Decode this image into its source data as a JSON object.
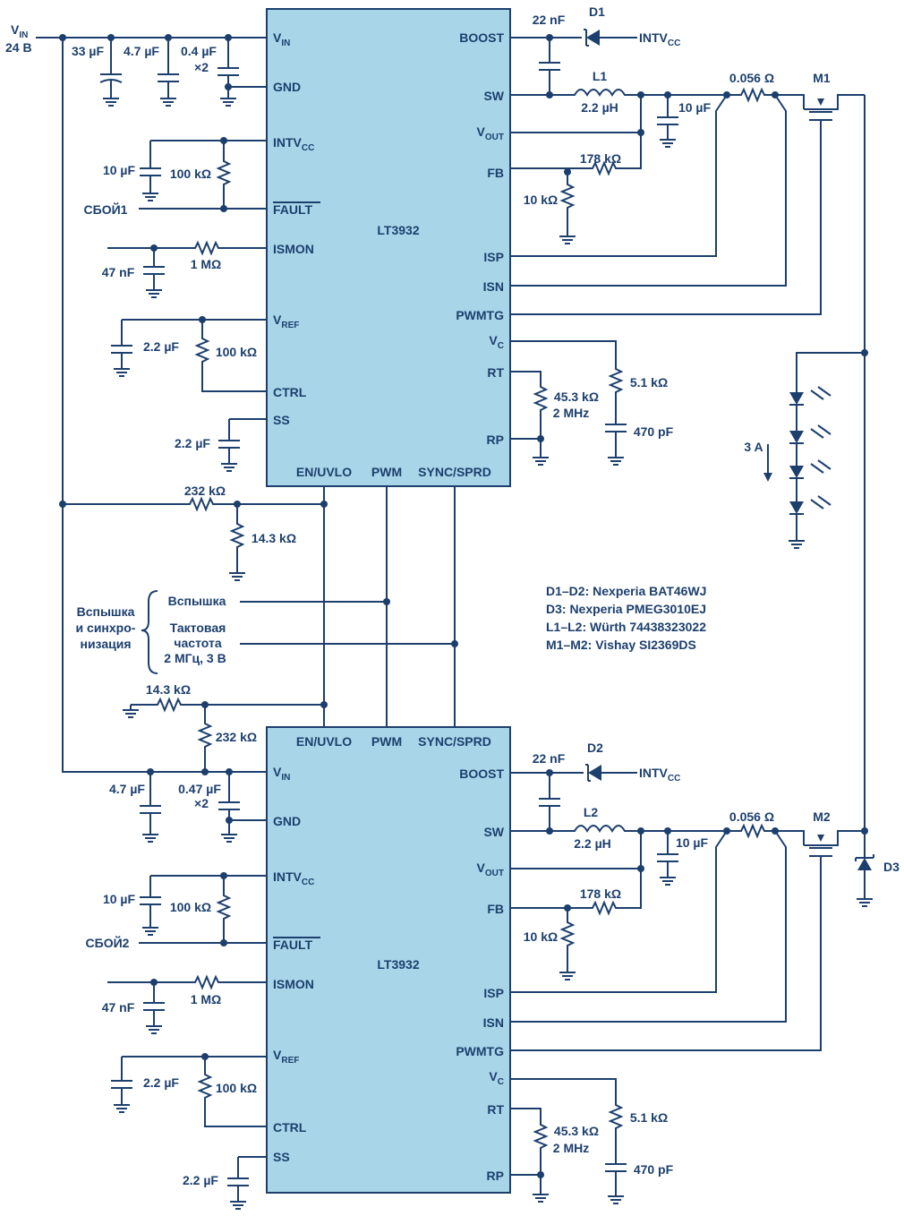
{
  "vin": {
    "label": "V",
    "sub": "IN",
    "voltage": "24 В"
  },
  "chips": [
    {
      "name": "LT3932",
      "pins_left": [
        {
          "label": "V",
          "sub": "IN"
        },
        {
          "label": "GND",
          "sub": ""
        },
        {
          "label": "INTV",
          "sub": "CC"
        },
        {
          "label": "FAULT",
          "sub": ""
        },
        {
          "label": "ISMON",
          "sub": ""
        },
        {
          "label": "V",
          "sub": "REF"
        },
        {
          "label": "CTRL",
          "sub": ""
        },
        {
          "label": "SS",
          "sub": ""
        }
      ],
      "pins_right": [
        {
          "label": "BOOST",
          "sub": ""
        },
        {
          "label": "SW",
          "sub": ""
        },
        {
          "label": "V",
          "sub": "OUT"
        },
        {
          "label": "FB",
          "sub": ""
        },
        {
          "label": "ISP",
          "sub": ""
        },
        {
          "label": "ISN",
          "sub": ""
        },
        {
          "label": "PWMTG",
          "sub": ""
        },
        {
          "label": "V",
          "sub": "C"
        },
        {
          "label": "RT",
          "sub": ""
        },
        {
          "label": "RP",
          "sub": ""
        }
      ],
      "pins_bottom": [
        "EN/UVLO",
        "PWM",
        "SYNC/SPRD"
      ]
    },
    {
      "name": "LT3932",
      "pins_top": [
        "EN/UVLO",
        "PWM",
        "SYNC/SPRD"
      ]
    }
  ],
  "top": {
    "c_in": [
      "33 µF",
      "4.7 µF",
      "0.4 µF"
    ],
    "c_in_mult": "×2",
    "c_boost": "22 nF",
    "diode": "D1",
    "intvcc": {
      "label": "INTV",
      "sub": "CC"
    },
    "inductor": "L1",
    "inductor_val": "2.2 µH",
    "c_out": "10 µF",
    "r_sense": "0.056 Ω",
    "mosfet": "M1",
    "r_fb_top": "178 kΩ",
    "r_fb_bot": "10 kΩ",
    "c_intvcc": "10 µF",
    "r_fault": "100 kΩ",
    "fault_net": "СБОЙ1",
    "c_ismon": "47 nF",
    "r_ismon": "1 MΩ",
    "c_vref": "2.2 µF",
    "r_vref": "100 kΩ",
    "c_ss": "2.2 µF",
    "r_rt": "45.3 kΩ",
    "freq": "2 MHz",
    "r_vc": "5.1 kΩ",
    "c_vc": "470 pF",
    "r_uvlo_top": "232 kΩ",
    "r_uvlo_bot": "14.3 kΩ"
  },
  "bottom": {
    "r_uvlo_top": "14.3 kΩ",
    "r_uvlo_bot": "232 kΩ",
    "c_in": [
      "4.7 µF",
      "0.47 µF"
    ],
    "c_in_mult": "×2",
    "c_boost": "22 nF",
    "diode": "D2",
    "intvcc": {
      "label": "INTV",
      "sub": "CC"
    },
    "inductor": "L2",
    "inductor_val": "2.2 µH",
    "c_out": "10 µF",
    "r_sense": "0.056 Ω",
    "mosfet": "M2",
    "diode3": "D3",
    "r_fb_top": "178 kΩ",
    "r_fb_bot": "10 kΩ",
    "c_intvcc": "10 µF",
    "r_fault": "100 kΩ",
    "fault_net": "СБОЙ2",
    "c_ismon": "47 nF",
    "r_ismon": "1 MΩ",
    "c_vref": "2.2 µF",
    "r_vref": "100 kΩ",
    "c_ss": "2.2 µF",
    "r_rt": "45.3 kΩ",
    "freq": "2 MHz",
    "r_vc": "5.1 kΩ",
    "c_vc": "470 pF"
  },
  "led_current": "3 A",
  "flash": {
    "group": [
      "Вспышка",
      "и синхро-",
      "низация"
    ],
    "flash_label": "Вспышка",
    "clock_label": [
      "Тактовая",
      "частота",
      "2 МГц, 3 В"
    ]
  },
  "bom": [
    "D1–D2: Nexperia BAT46WJ",
    "D3: Nexperia PMEG3010EJ",
    "L1–L2: Würth 74438323022",
    "M1–M2: Vishay SI2369DS"
  ]
}
